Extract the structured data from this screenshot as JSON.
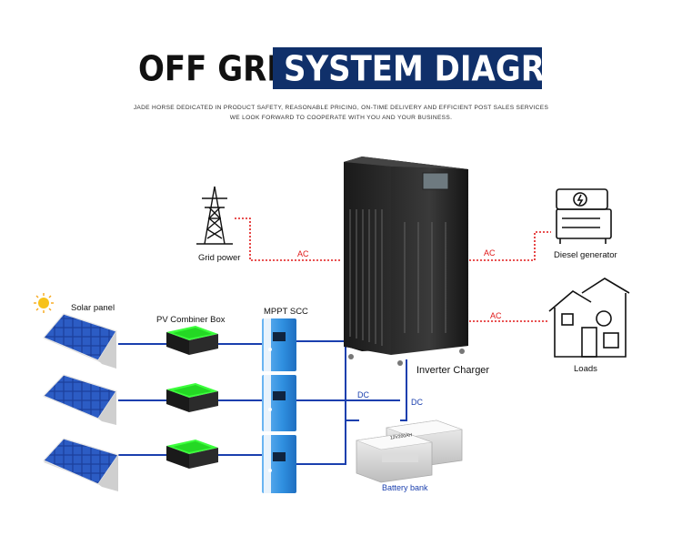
{
  "header": {
    "title_part1": "OFF GRID",
    "title_part2": "SYSTEM DIAGRAM",
    "subtitle_line1": "JADE HORSE DEDICATED IN PRODUCT SAFETY, REASONABLE PRICING, ON-TIME DELIVERY AND EFFICIENT POST SALES SERVICES",
    "subtitle_line2": "WE LOOK FORWARD TO COOPERATE WITH YOU AND YOUR BUSINESS."
  },
  "labels": {
    "solar_panel": "Solar panel",
    "pv_combiner_box": "PV Combiner Box",
    "mppt_scc": "MPPT SCC",
    "grid_power": "Grid power",
    "diesel_generator": "Diesel generator",
    "loads": "Loads",
    "inverter_charger": "Inverter Charger",
    "battery_bank": "Battery bank",
    "battery_print": "12V200AH"
  },
  "connections": {
    "ac": "AC",
    "dc": "DC"
  },
  "colors": {
    "title_bar": "#10306a",
    "ac_line": "#e01818",
    "dc_line": "#1a3fae",
    "combiner_green": "#3cff3c",
    "mppt_blue": "#2f8fe0"
  },
  "icons": [
    "transmission-tower-icon",
    "generator-icon",
    "house-icon",
    "sun-icon"
  ]
}
